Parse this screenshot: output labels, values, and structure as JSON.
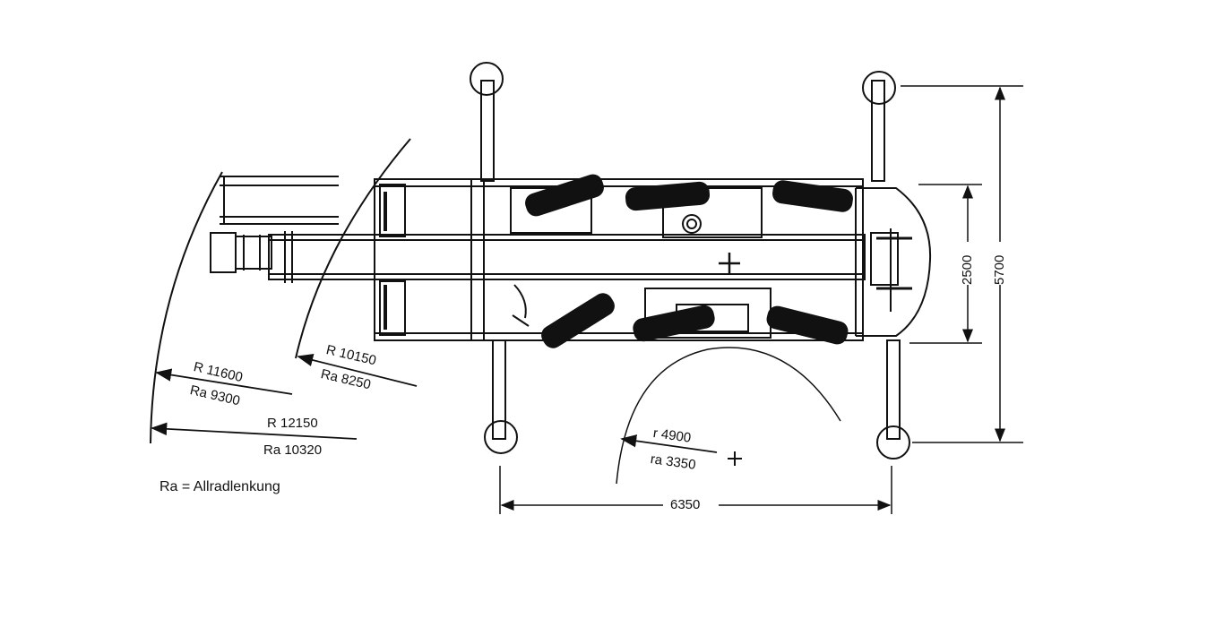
{
  "labels": {
    "r1_R": "R 11600",
    "r1_Ra": "Ra 9300",
    "r2_R": "R 10150",
    "r2_Ra": "Ra 8250",
    "r3_R": "R 12150",
    "r3_Ra": "Ra 10320",
    "inner_r": "r 4900",
    "inner_ra": "ra 3350",
    "width_outrigger": "5700",
    "width_body": "2500",
    "length_outrigger": "6350",
    "legend": "Ra = Allradlenkung"
  }
}
